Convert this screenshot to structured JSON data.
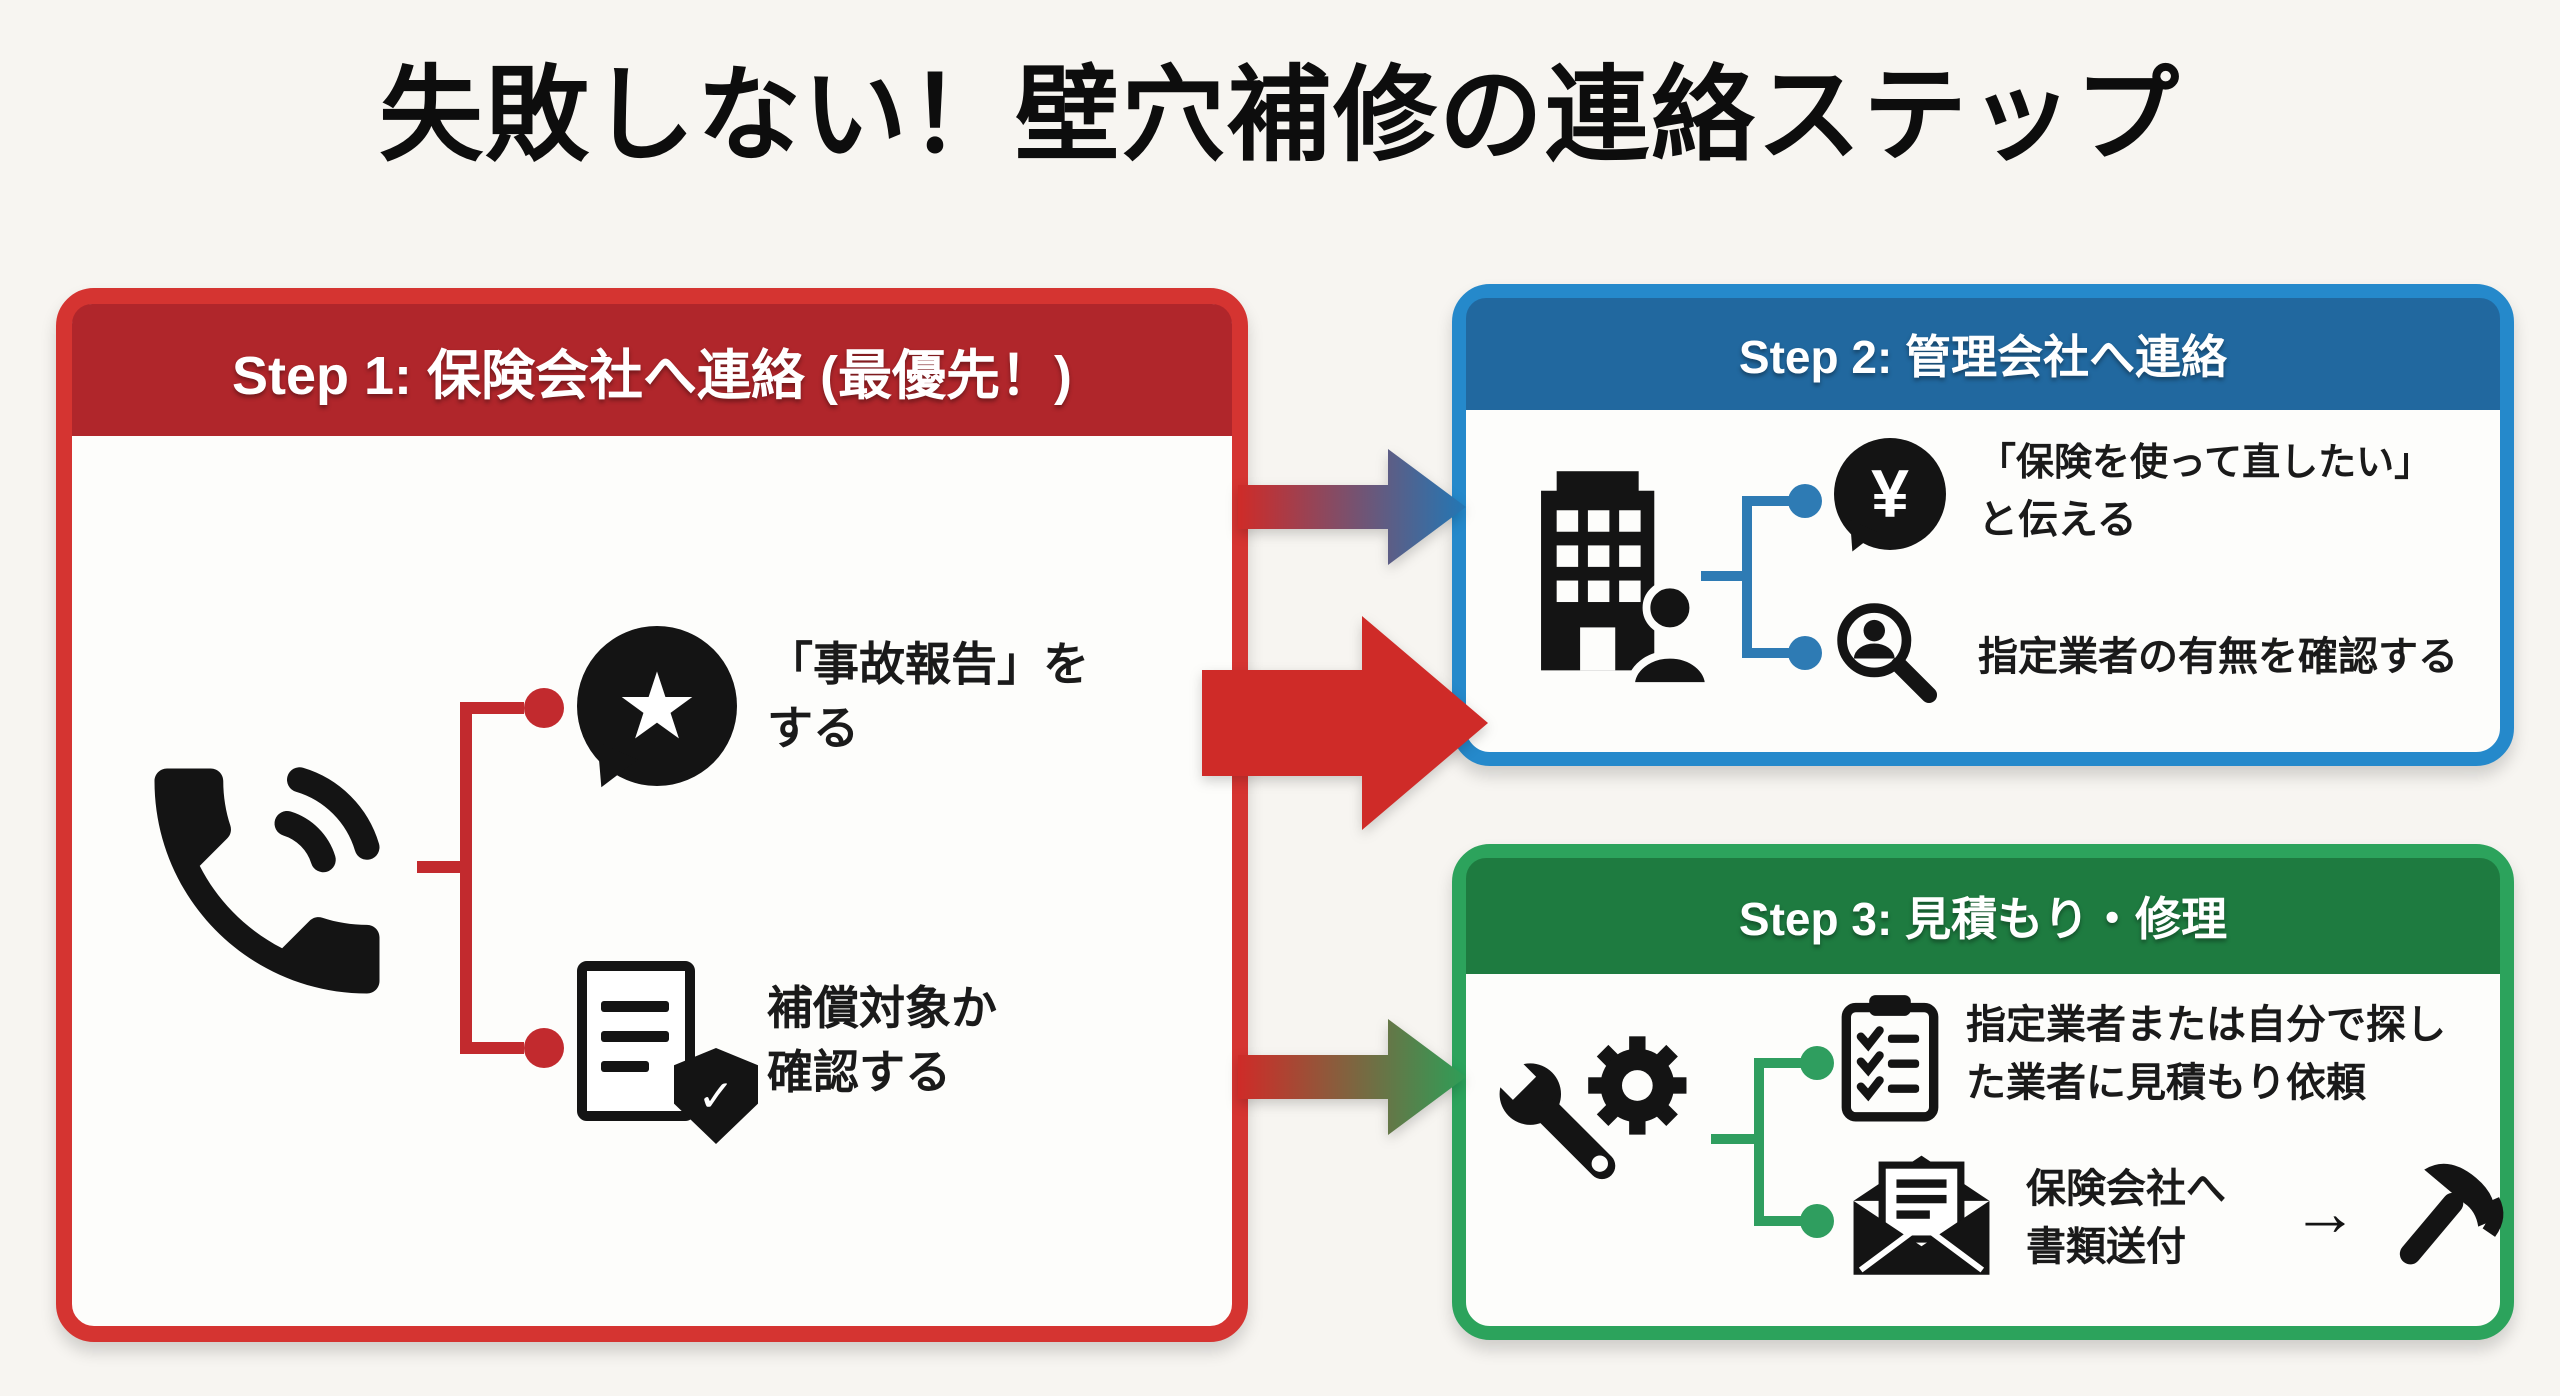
{
  "title": "失敗しない！壁穴補修の連絡ステップ",
  "colors": {
    "bg": "#f7f5f1",
    "title_color": "#0d0d0d",
    "text_color": "#1a1a1a",
    "icon_color": "#141414",
    "step1_border": "#d53431",
    "step1_header_bg": "#b0262b",
    "step1_connector": "#c22a2e",
    "step2_border": "#2589cb",
    "step2_header_bg": "#21689f",
    "step2_connector": "#2e7bb4",
    "step3_border": "#2ca35c",
    "step3_header_bg": "#1e7b40",
    "step3_connector": "#2f9e5f",
    "arrow_red": "#cf2b28",
    "arrow_blue": "#2277b5",
    "arrow_green": "#2e9e57"
  },
  "glyphs": {
    "star": "★",
    "yen": "¥",
    "check": "✓",
    "arrow_right": "→"
  },
  "step1": {
    "header": "Step 1: 保険会社へ連絡 (最優先！)",
    "items": [
      {
        "line1": "「事故報告」を",
        "line2": "する"
      },
      {
        "line1": "補償対象か",
        "line2": "確認する"
      }
    ]
  },
  "step2": {
    "header": "Step 2: 管理会社へ連絡",
    "items": [
      {
        "line1": "「保険を使って直したい」",
        "line2": "と伝える"
      },
      {
        "line1": "指定業者の有無を確認する"
      }
    ]
  },
  "step3": {
    "header": "Step 3: 見積もり・修理",
    "items": [
      {
        "line1": "指定業者または自分で探し",
        "line2": "た業者に見積もり依頼"
      },
      {
        "line1": "保険会社へ",
        "line2": "書類送付"
      }
    ]
  }
}
